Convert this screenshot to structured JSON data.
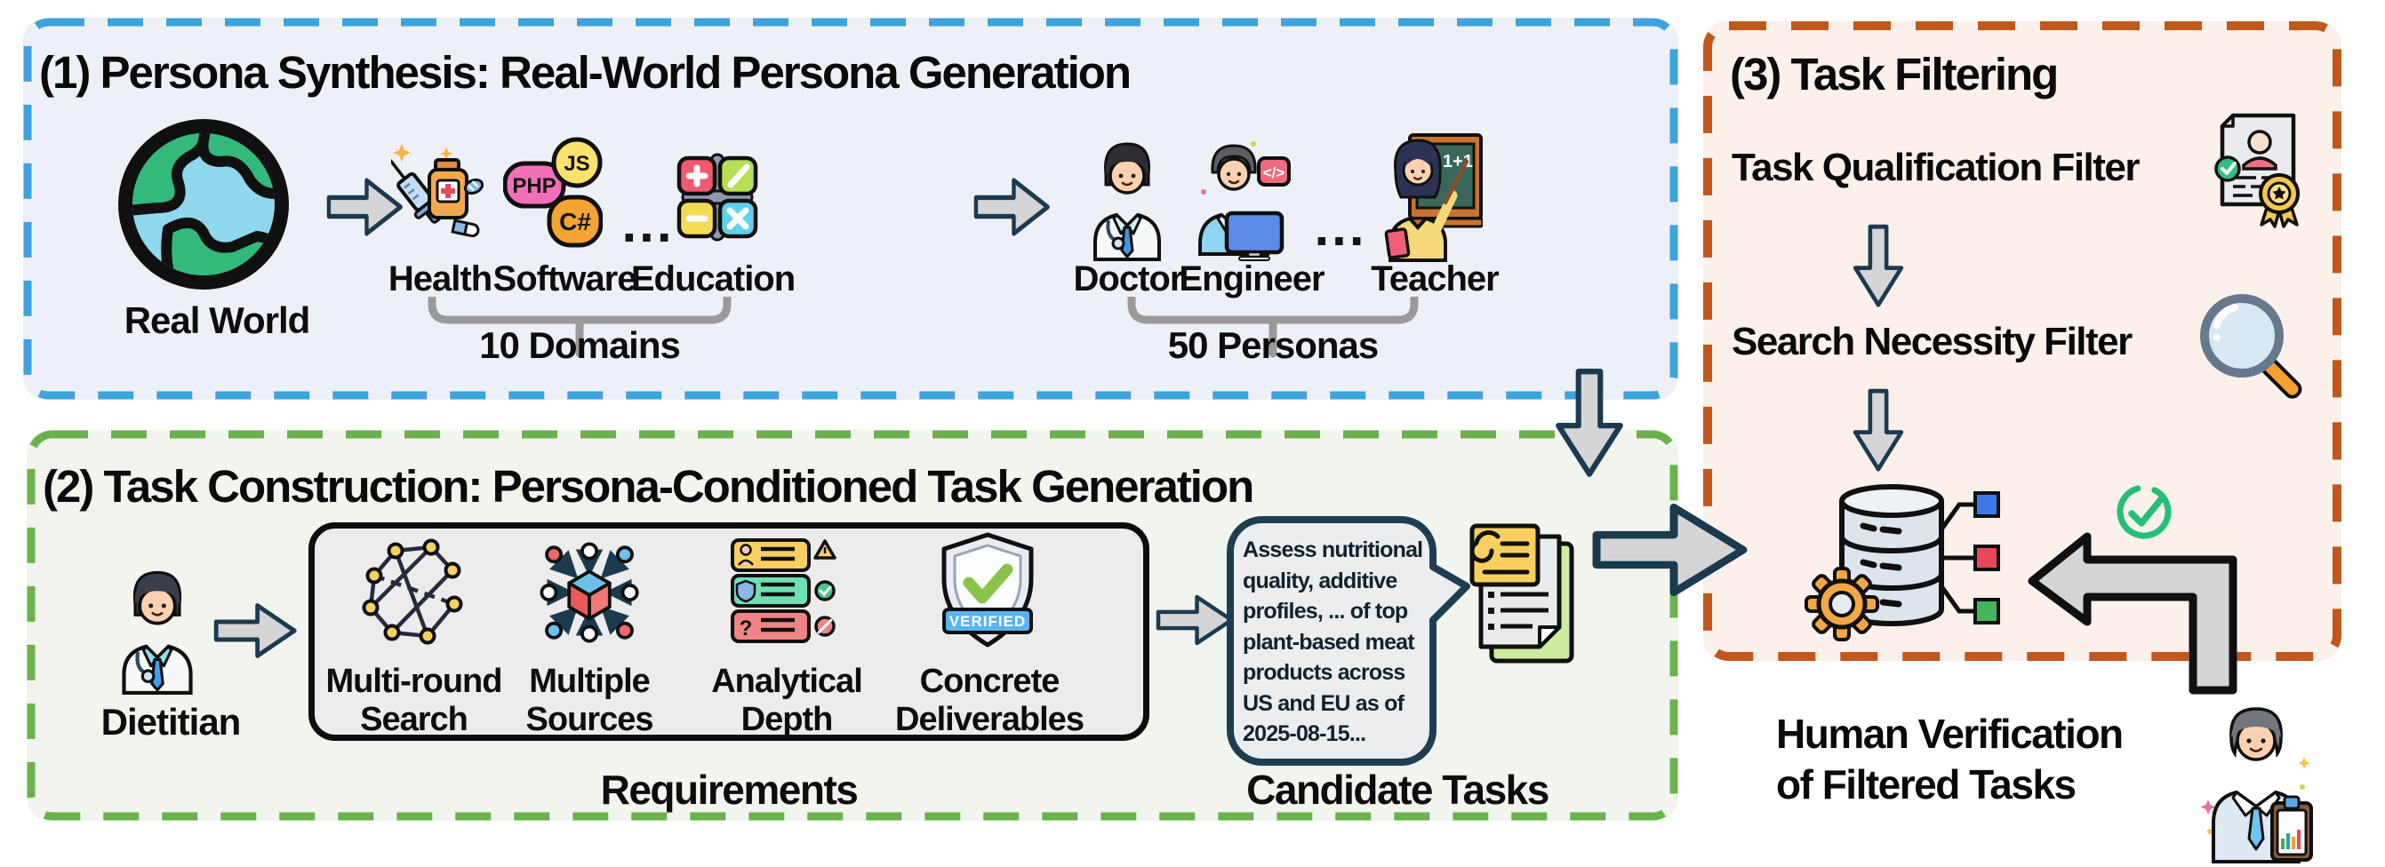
{
  "figure": {
    "panel1": {
      "title": "(1) Persona Synthesis: Real-World Persona Generation",
      "real_world_label": "Real World",
      "domains": {
        "items": [
          "Health",
          "Software",
          "Education"
        ],
        "ellipsis": "...",
        "count_label": "10 Domains"
      },
      "personas": {
        "items": [
          "Doctor",
          "Engineer",
          "Teacher"
        ],
        "ellipsis": "...",
        "count_label": "50 Personas"
      }
    },
    "panel2": {
      "title": "(2) Task Construction: Persona-Conditioned Task Generation",
      "persona_label": "Dietitian",
      "requirements": {
        "items": [
          "Multi-round Search",
          "Multiple Sources",
          "Analytical Depth",
          "Concrete Deliverables"
        ],
        "caption": "Requirements"
      },
      "bubble_text": "Assess nutritional quality, additive profiles, ...  of top plant-based meat products across US and EU as of 2025-08-15...",
      "candidate_caption": "Candidate Tasks"
    },
    "panel3": {
      "title": "(3) Task Filtering",
      "filter1": "Task Qualification Filter",
      "filter2": "Search Necessity Filter",
      "human_caption": "Human Verification of Filtered Tasks"
    },
    "icon_text": {
      "php_badge": "PHP",
      "js_badge": "JS",
      "csharp_badge": "C#",
      "engineer_badge": "</>",
      "teacher_board": "1+1",
      "verified_badge": "VERIFIED",
      "analytical_question": "?"
    },
    "colors": {
      "panel1_border": "#3ea2de",
      "panel1_bg": "#edf1f7",
      "panel2_border": "#6cb24c",
      "panel2_bg": "#f1f5ee",
      "panel3_border": "#c2571c",
      "panel3_bg": "#fbf1ea",
      "arrow_fill": "#d5d5d5",
      "arrow_stroke": "#1b3a4f",
      "check_green": "#23bf7a"
    }
  }
}
